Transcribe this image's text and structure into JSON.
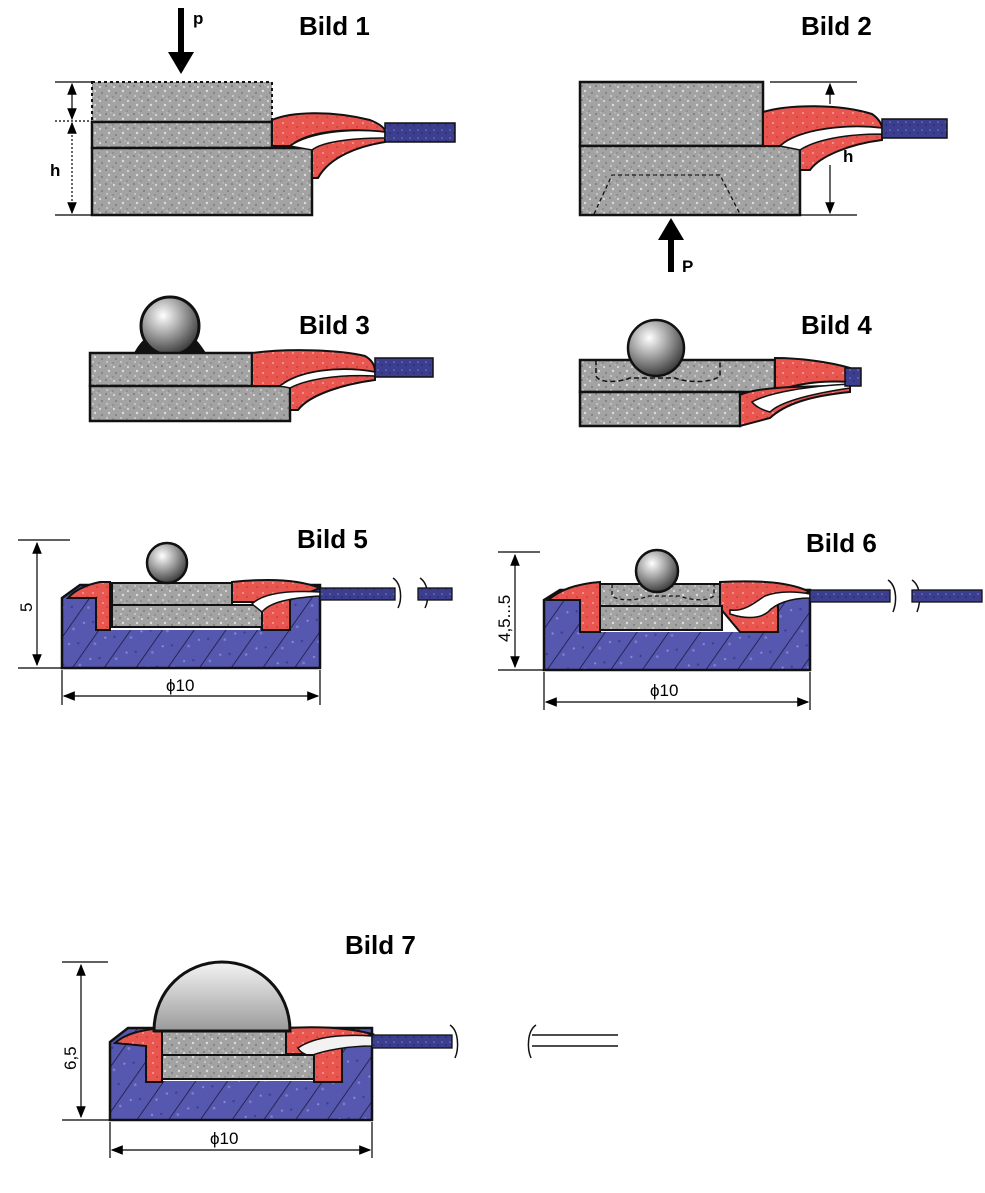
{
  "figures": {
    "bild1": {
      "title": "Bild 1",
      "force_label": "p",
      "height_label": "h"
    },
    "bild2": {
      "title": "Bild 2",
      "force_label": "P",
      "height_label": "h"
    },
    "bild3": {
      "title": "Bild 3"
    },
    "bild4": {
      "title": "Bild 4"
    },
    "bild5": {
      "title": "Bild 5",
      "height_dim": "5",
      "diameter_dim": "ϕ10"
    },
    "bild6": {
      "title": "Bild 6",
      "height_dim": "4,5...5",
      "diameter_dim": "ϕ10"
    },
    "bild7": {
      "title": "Bild 7",
      "height_dim": "6,5",
      "diameter_dim": "ϕ10"
    }
  },
  "colors": {
    "ceramic": "#9a9a9a",
    "adhesive_red": "#e8504e",
    "housing_blue": "#4a4ea8",
    "lead_blue": "#3a3a8a",
    "outline": "#111111"
  }
}
